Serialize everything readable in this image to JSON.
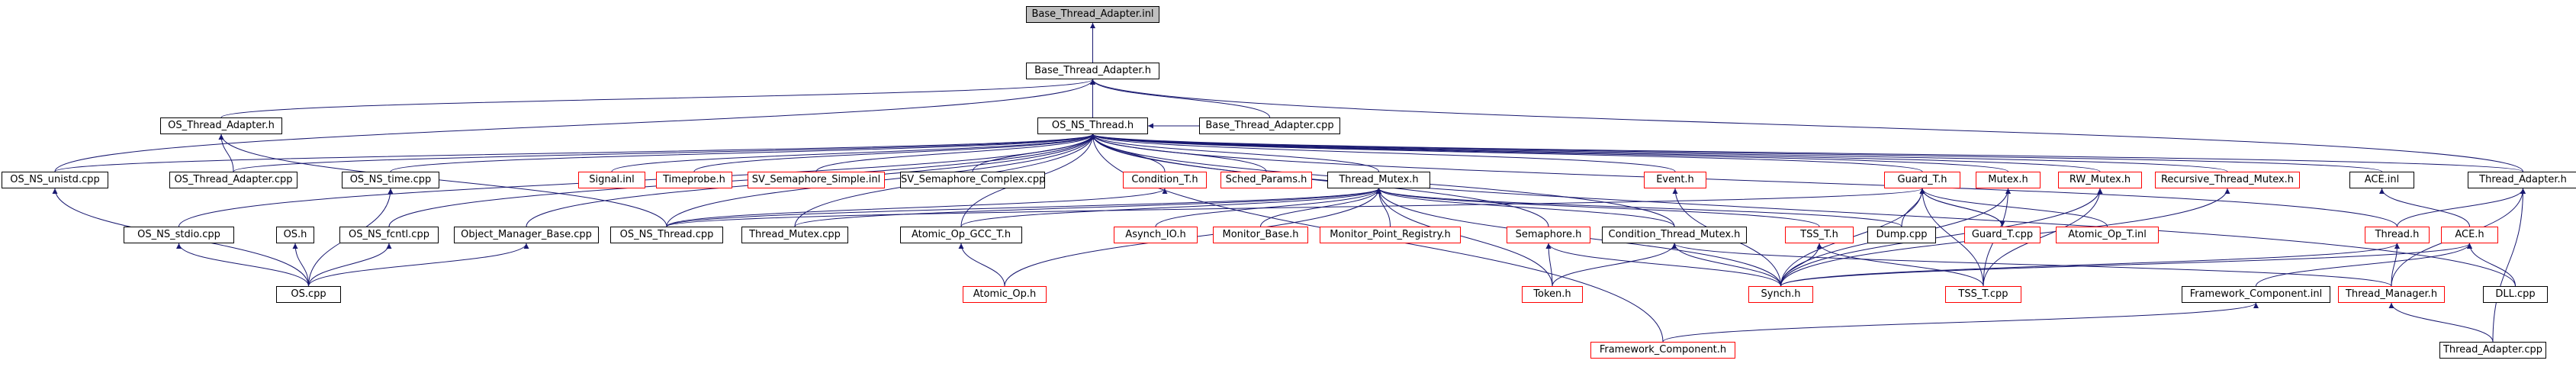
{
  "diagram": {
    "nodes": [
      {
        "id": "bta_inl",
        "label": "Base_Thread_Adapter.inl",
        "border": "black",
        "root": true
      },
      {
        "id": "bta_h",
        "label": "Base_Thread_Adapter.h",
        "border": "black"
      },
      {
        "id": "os_ta_h",
        "label": "OS_Thread_Adapter.h",
        "border": "black"
      },
      {
        "id": "os_ns_thread_h",
        "label": "OS_NS_Thread.h",
        "border": "black"
      },
      {
        "id": "bta_cpp",
        "label": "Base_Thread_Adapter.cpp",
        "border": "black"
      },
      {
        "id": "os_ns_unistd",
        "label": "OS_NS_unistd.cpp",
        "border": "black"
      },
      {
        "id": "os_ta_cpp",
        "label": "OS_Thread_Adapter.cpp",
        "border": "black"
      },
      {
        "id": "os_ns_time",
        "label": "OS_NS_time.cpp",
        "border": "black"
      },
      {
        "id": "signal_inl",
        "label": "Signal.inl",
        "border": "red"
      },
      {
        "id": "timeprobe_h",
        "label": "Timeprobe.h",
        "border": "red"
      },
      {
        "id": "sv_sem_simple",
        "label": "SV_Semaphore_Simple.inl",
        "border": "red"
      },
      {
        "id": "sv_sem_complex",
        "label": "SV_Semaphore_Complex.cpp",
        "border": "black"
      },
      {
        "id": "condition_t_h",
        "label": "Condition_T.h",
        "border": "red"
      },
      {
        "id": "sched_params_h",
        "label": "Sched_Params.h",
        "border": "red"
      },
      {
        "id": "thread_mutex_h",
        "label": "Thread_Mutex.h",
        "border": "black"
      },
      {
        "id": "event_h",
        "label": "Event.h",
        "border": "red"
      },
      {
        "id": "guard_t_h",
        "label": "Guard_T.h",
        "border": "red"
      },
      {
        "id": "mutex_h",
        "label": "Mutex.h",
        "border": "red"
      },
      {
        "id": "rw_mutex_h",
        "label": "RW_Mutex.h",
        "border": "red"
      },
      {
        "id": "recursive_tm_h",
        "label": "Recursive_Thread_Mutex.h",
        "border": "red"
      },
      {
        "id": "ace_inl",
        "label": "ACE.inl",
        "border": "black"
      },
      {
        "id": "thread_adapter_h",
        "label": "Thread_Adapter.h",
        "border": "black"
      },
      {
        "id": "os_ns_stdio",
        "label": "OS_NS_stdio.cpp",
        "border": "black"
      },
      {
        "id": "os_h",
        "label": "OS.h",
        "border": "black"
      },
      {
        "id": "os_ns_fcntl",
        "label": "OS_NS_fcntl.cpp",
        "border": "black"
      },
      {
        "id": "obj_mgr_base",
        "label": "Object_Manager_Base.cpp",
        "border": "black"
      },
      {
        "id": "os_ns_thread_cpp",
        "label": "OS_NS_Thread.cpp",
        "border": "black"
      },
      {
        "id": "thread_mutex_cpp",
        "label": "Thread_Mutex.cpp",
        "border": "black"
      },
      {
        "id": "atomic_op_gcc",
        "label": "Atomic_Op_GCC_T.h",
        "border": "black"
      },
      {
        "id": "asynch_io_h",
        "label": "Asynch_IO.h",
        "border": "red"
      },
      {
        "id": "monitor_base_h",
        "label": "Monitor_Base.h",
        "border": "red"
      },
      {
        "id": "monitor_pr_h",
        "label": "Monitor_Point_Registry.h",
        "border": "red"
      },
      {
        "id": "semaphore_h",
        "label": "Semaphore.h",
        "border": "red"
      },
      {
        "id": "condition_tm_h",
        "label": "Condition_Thread_Mutex.h",
        "border": "black"
      },
      {
        "id": "tss_t_h",
        "label": "TSS_T.h",
        "border": "red"
      },
      {
        "id": "dump_cpp",
        "label": "Dump.cpp",
        "border": "black"
      },
      {
        "id": "guard_t_cpp",
        "label": "Guard_T.cpp",
        "border": "red"
      },
      {
        "id": "atomic_op_t_inl",
        "label": "Atomic_Op_T.inl",
        "border": "red"
      },
      {
        "id": "thread_h",
        "label": "Thread.h",
        "border": "red"
      },
      {
        "id": "ace_h",
        "label": "ACE.h",
        "border": "red"
      },
      {
        "id": "os_cpp",
        "label": "OS.cpp",
        "border": "black"
      },
      {
        "id": "atomic_op_h",
        "label": "Atomic_Op.h",
        "border": "red"
      },
      {
        "id": "token_h",
        "label": "Token.h",
        "border": "red"
      },
      {
        "id": "synch_h",
        "label": "Synch.h",
        "border": "red"
      },
      {
        "id": "tss_t_cpp",
        "label": "TSS_T.cpp",
        "border": "red"
      },
      {
        "id": "framework_comp_inl",
        "label": "Framework_Component.inl",
        "border": "black"
      },
      {
        "id": "thread_manager_h",
        "label": "Thread_Manager.h",
        "border": "red"
      },
      {
        "id": "dll_cpp",
        "label": "DLL.cpp",
        "border": "black"
      },
      {
        "id": "framework_comp_h",
        "label": "Framework_Component.h",
        "border": "red"
      },
      {
        "id": "thread_adapter_cpp",
        "label": "Thread_Adapter.cpp",
        "border": "black"
      }
    ],
    "edges": [
      [
        "bta_h",
        "bta_inl"
      ],
      [
        "os_ta_h",
        "bta_h"
      ],
      [
        "os_ns_thread_h",
        "bta_h"
      ],
      [
        "bta_cpp",
        "bta_h"
      ],
      [
        "os_ns_unistd",
        "bta_h"
      ],
      [
        "thread_adapter_h",
        "bta_h"
      ],
      [
        "os_ta_cpp",
        "os_ta_h"
      ],
      [
        "os_ns_thread_cpp",
        "os_ta_h"
      ],
      [
        "bta_cpp",
        "os_ns_thread_h"
      ],
      [
        "os_ns_unistd",
        "os_ns_thread_h"
      ],
      [
        "os_ta_cpp",
        "os_ns_thread_h"
      ],
      [
        "os_ns_time",
        "os_ns_thread_h"
      ],
      [
        "signal_inl",
        "os_ns_thread_h"
      ],
      [
        "timeprobe_h",
        "os_ns_thread_h"
      ],
      [
        "sv_sem_simple",
        "os_ns_thread_h"
      ],
      [
        "sv_sem_complex",
        "os_ns_thread_h"
      ],
      [
        "condition_t_h",
        "os_ns_thread_h"
      ],
      [
        "sched_params_h",
        "os_ns_thread_h"
      ],
      [
        "thread_mutex_h",
        "os_ns_thread_h"
      ],
      [
        "event_h",
        "os_ns_thread_h"
      ],
      [
        "guard_t_h",
        "os_ns_thread_h"
      ],
      [
        "mutex_h",
        "os_ns_thread_h"
      ],
      [
        "rw_mutex_h",
        "os_ns_thread_h"
      ],
      [
        "recursive_tm_h",
        "os_ns_thread_h"
      ],
      [
        "ace_inl",
        "os_ns_thread_h"
      ],
      [
        "thread_adapter_h",
        "os_ns_thread_h"
      ],
      [
        "os_ns_stdio",
        "os_ns_thread_h"
      ],
      [
        "os_ns_fcntl",
        "os_ns_thread_h"
      ],
      [
        "obj_mgr_base",
        "os_ns_thread_h"
      ],
      [
        "os_ns_thread_cpp",
        "os_ns_thread_h"
      ],
      [
        "thread_mutex_cpp",
        "os_ns_thread_h"
      ],
      [
        "atomic_op_gcc",
        "os_ns_thread_h"
      ],
      [
        "semaphore_h",
        "os_ns_thread_h"
      ],
      [
        "condition_tm_h",
        "os_ns_thread_h"
      ],
      [
        "thread_h",
        "os_ns_thread_h"
      ],
      [
        "dll_cpp",
        "os_ns_thread_h"
      ],
      [
        "framework_comp_h",
        "os_ns_thread_h"
      ],
      [
        "os_cpp",
        "os_ns_unistd"
      ],
      [
        "os_cpp",
        "os_ns_time"
      ],
      [
        "os_cpp",
        "os_ns_stdio"
      ],
      [
        "os_cpp",
        "os_h"
      ],
      [
        "os_cpp",
        "os_ns_fcntl"
      ],
      [
        "os_cpp",
        "obj_mgr_base"
      ],
      [
        "os_ns_thread_cpp",
        "condition_t_h"
      ],
      [
        "thread_mutex_cpp",
        "thread_mutex_h"
      ],
      [
        "os_ns_thread_cpp",
        "thread_mutex_h"
      ],
      [
        "atomic_op_gcc",
        "thread_mutex_h"
      ],
      [
        "asynch_io_h",
        "thread_mutex_h"
      ],
      [
        "monitor_base_h",
        "thread_mutex_h"
      ],
      [
        "monitor_pr_h",
        "thread_mutex_h"
      ],
      [
        "condition_tm_h",
        "thread_mutex_h"
      ],
      [
        "tss_t_h",
        "thread_mutex_h"
      ],
      [
        "dump_cpp",
        "thread_mutex_h"
      ],
      [
        "token_h",
        "thread_mutex_h"
      ],
      [
        "synch_h",
        "thread_mutex_h"
      ],
      [
        "atomic_op_h",
        "thread_mutex_h"
      ],
      [
        "atomic_op_h",
        "atomic_op_gcc"
      ],
      [
        "token_h",
        "semaphore_h"
      ],
      [
        "synch_h",
        "semaphore_h"
      ],
      [
        "token_h",
        "condition_tm_h"
      ],
      [
        "synch_h",
        "condition_tm_h"
      ],
      [
        "thread_manager_h",
        "condition_tm_h"
      ],
      [
        "synch_h",
        "event_h"
      ],
      [
        "dump_cpp",
        "guard_t_h"
      ],
      [
        "guard_t_cpp",
        "guard_t_h"
      ],
      [
        "atomic_op_t_inl",
        "guard_t_h"
      ],
      [
        "tss_t_cpp",
        "guard_t_h"
      ],
      [
        "synch_h",
        "guard_t_h"
      ],
      [
        "os_ns_thread_cpp",
        "guard_t_h"
      ],
      [
        "guard_t_h",
        "guard_t_cpp"
      ],
      [
        "synch_h",
        "mutex_h"
      ],
      [
        "tss_t_cpp",
        "mutex_h"
      ],
      [
        "synch_h",
        "rw_mutex_h"
      ],
      [
        "tss_t_cpp",
        "rw_mutex_h"
      ],
      [
        "synch_h",
        "recursive_tm_h"
      ],
      [
        "tss_t_cpp",
        "tss_t_h"
      ],
      [
        "synch_h",
        "tss_t_h"
      ],
      [
        "ace_h",
        "ace_inl"
      ],
      [
        "thread_h",
        "thread_adapter_h"
      ],
      [
        "thread_manager_h",
        "thread_adapter_h"
      ],
      [
        "thread_adapter_cpp",
        "thread_adapter_h"
      ],
      [
        "synch_h",
        "thread_h"
      ],
      [
        "thread_manager_h",
        "thread_h"
      ],
      [
        "framework_comp_inl",
        "ace_h"
      ],
      [
        "dll_cpp",
        "ace_h"
      ],
      [
        "synch_h",
        "ace_h"
      ],
      [
        "framework_comp_h",
        "framework_comp_inl"
      ],
      [
        "thread_adapter_cpp",
        "thread_manager_h"
      ]
    ]
  }
}
